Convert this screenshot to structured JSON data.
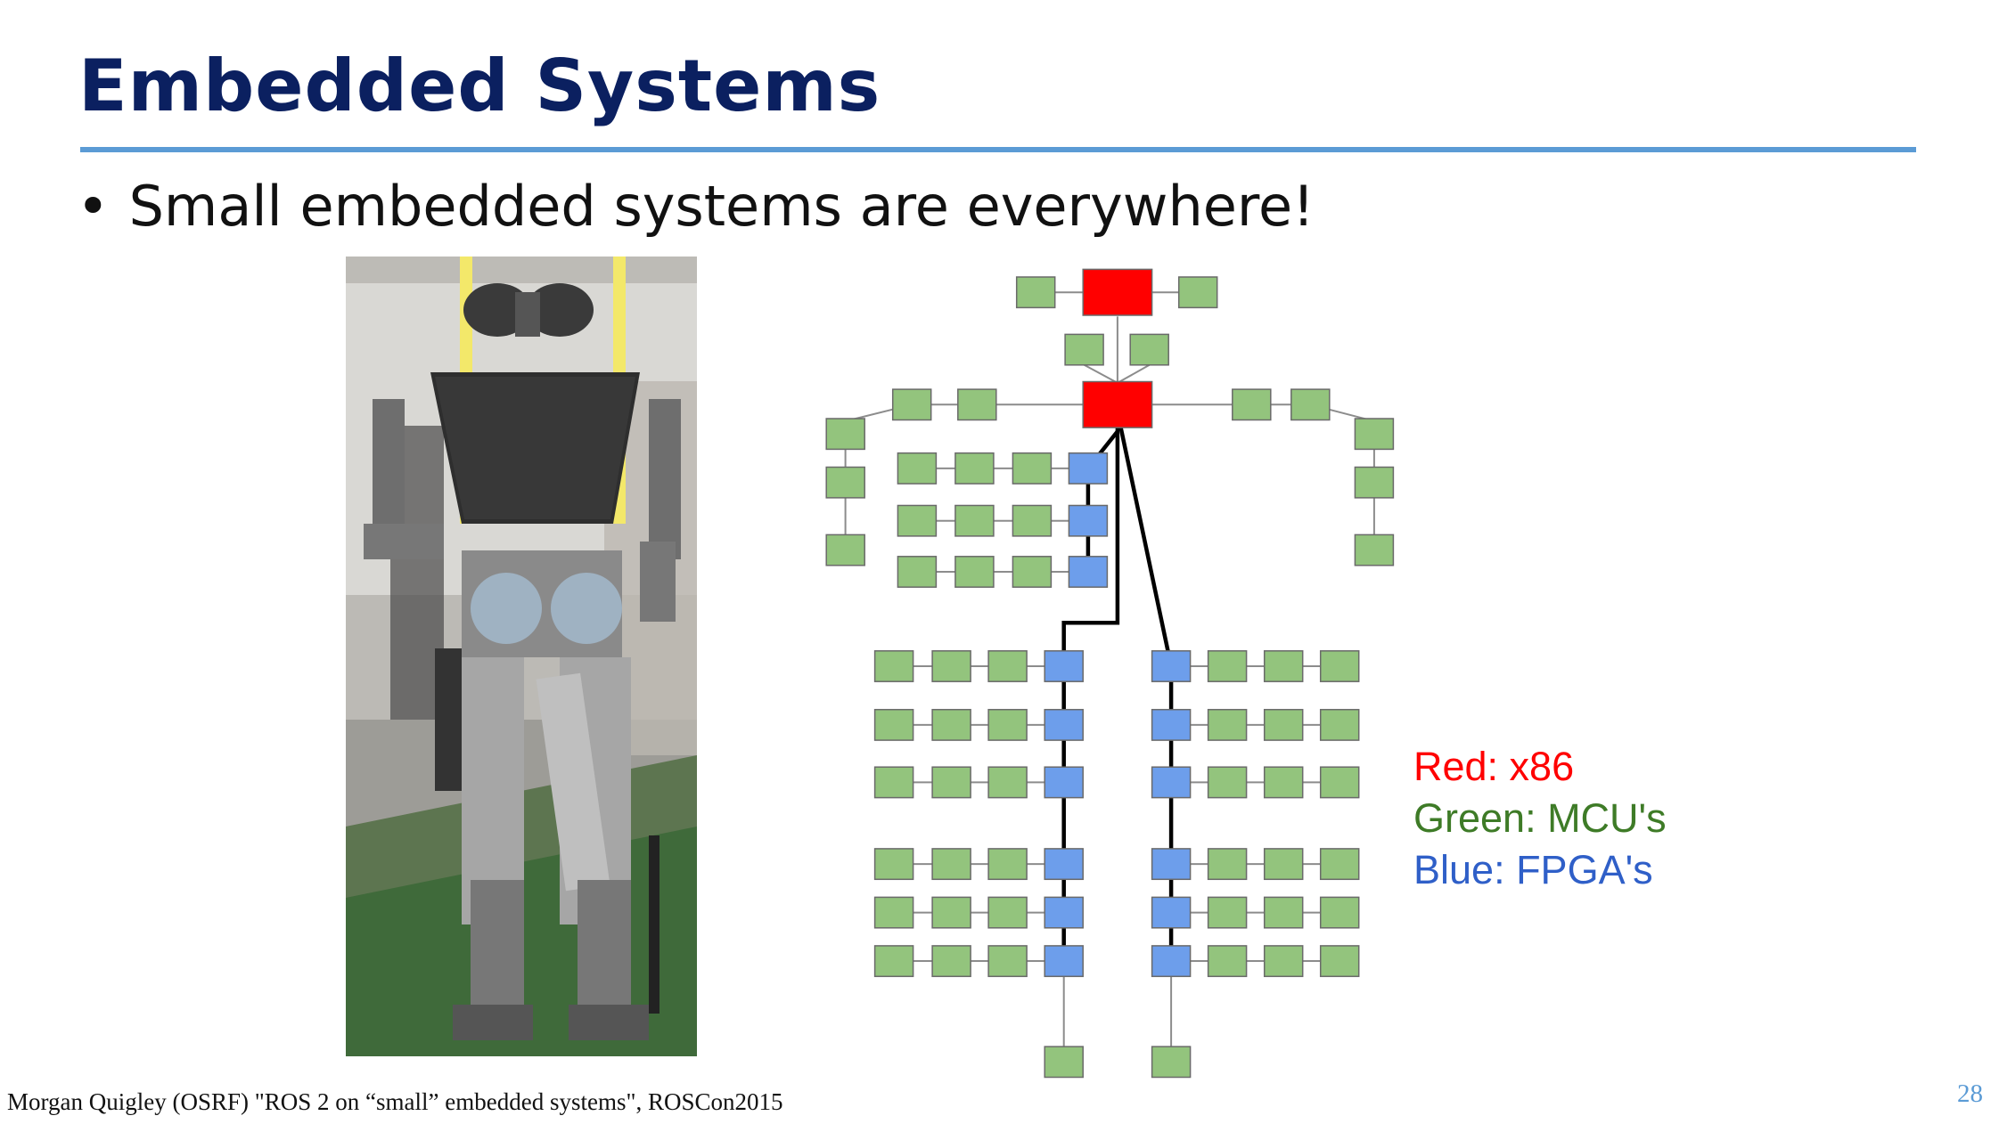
{
  "slide": {
    "title": "Embedded Systems",
    "bullet": "Small embedded systems are everywhere!",
    "citation": "Morgan Quigley (OSRF) \"ROS 2 on “small” embedded systems\", ROSCon2015",
    "page_number": "28"
  },
  "photo": {
    "subject": "humanoid robot suspended by yellow straps"
  },
  "diagram": {
    "legend": [
      {
        "text": "Red: x86",
        "color": "#ff0000"
      },
      {
        "text": "Green: MCU's",
        "color": "#3e7b27"
      },
      {
        "text": "Blue: FPGA's",
        "color": "#2f5fc8"
      }
    ],
    "node_colors": {
      "x86": "#ff0000",
      "mcu": "#93c47d",
      "fpga": "#6d9eeb"
    }
  }
}
